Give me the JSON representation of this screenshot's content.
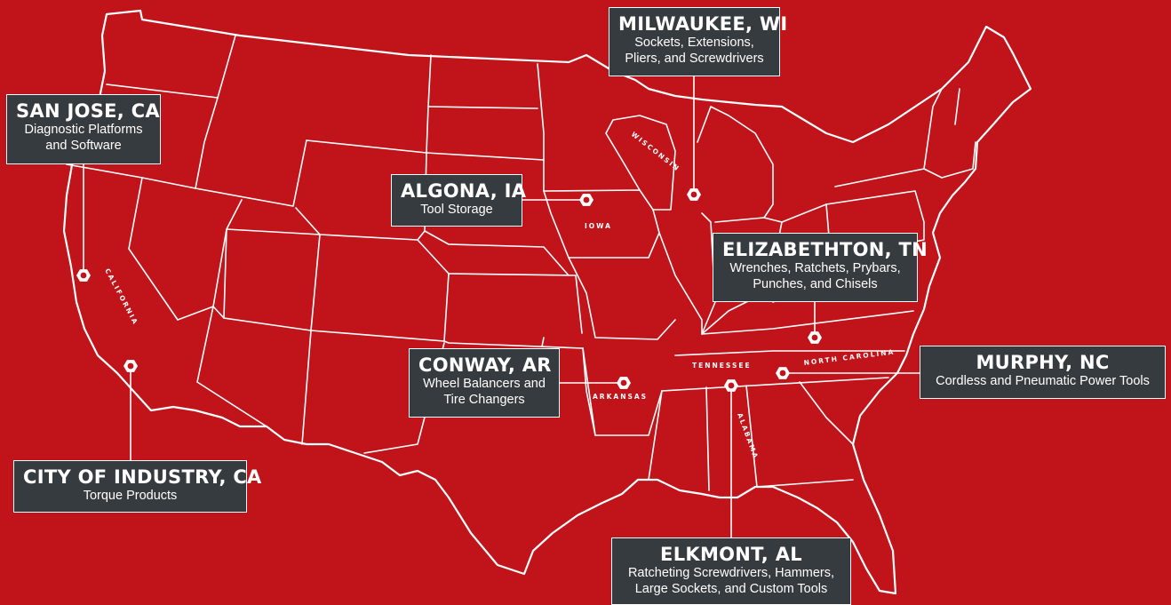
{
  "colors": {
    "background": "#c0141a",
    "callout_bg": "#363b3f",
    "lines": "#ffffff"
  },
  "state_labels": {
    "california": "CALIFORNIA",
    "wisconsin": "WISCONSIN",
    "iowa": "IOWA",
    "arkansas": "ARKANSAS",
    "tennessee": "TENNESSEE",
    "north_carolina": "NORTH CAROLINA",
    "alabama": "ALABAMA"
  },
  "locations": [
    {
      "id": "milwaukee",
      "city": "MILWAUKEE, WI",
      "description": "Sockets, Extensions,\nPliers, and Screwdrivers",
      "icon": "hex-nut-marker-icon"
    },
    {
      "id": "san-jose",
      "city": "SAN JOSE, CA",
      "description": "Diagnostic Platforms\nand Software",
      "icon": "hex-nut-marker-icon"
    },
    {
      "id": "algona",
      "city": "ALGONA, IA",
      "description": "Tool Storage",
      "icon": "hex-nut-marker-icon"
    },
    {
      "id": "elizabethton",
      "city": "ELIZABETHTON, TN",
      "description": "Wrenches, Ratchets, Prybars,\nPunches, and Chisels",
      "icon": "hex-nut-marker-icon"
    },
    {
      "id": "conway",
      "city": "CONWAY, AR",
      "description": "Wheel Balancers and\nTire Changers",
      "icon": "hex-nut-marker-icon"
    },
    {
      "id": "murphy",
      "city": "MURPHY, NC",
      "description": "Cordless and Pneumatic Power Tools",
      "icon": "hex-nut-marker-icon"
    },
    {
      "id": "city-of-industry",
      "city": "CITY OF INDUSTRY, CA",
      "description": "Torque Products",
      "icon": "hex-nut-marker-icon"
    },
    {
      "id": "elkmont",
      "city": "ELKMONT, AL",
      "description": "Ratcheting Screwdrivers, Hammers,\nLarge Sockets, and Custom Tools",
      "icon": "hex-nut-marker-icon"
    }
  ]
}
